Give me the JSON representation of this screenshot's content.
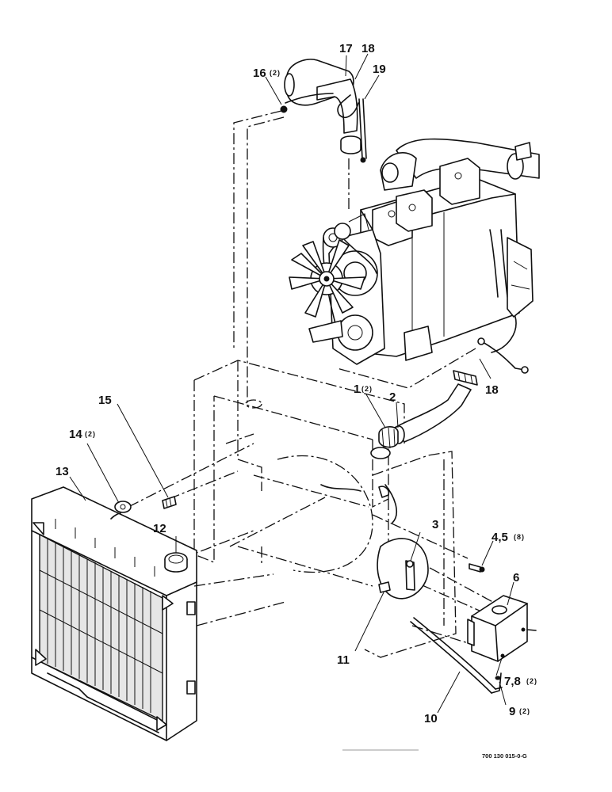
{
  "callouts": [
    {
      "id": "c1",
      "number": "1",
      "qty": "(2)"
    },
    {
      "id": "c2",
      "number": "2",
      "qty": ""
    },
    {
      "id": "c3",
      "number": "3",
      "qty": ""
    },
    {
      "id": "c45",
      "number": "4,5",
      "qty": "(8)"
    },
    {
      "id": "c6",
      "number": "6",
      "qty": ""
    },
    {
      "id": "c78",
      "number": "7,8",
      "qty": "(2)"
    },
    {
      "id": "c9",
      "number": "9",
      "qty": "(2)"
    },
    {
      "id": "c10",
      "number": "10",
      "qty": ""
    },
    {
      "id": "c11",
      "number": "11",
      "qty": ""
    },
    {
      "id": "c12",
      "number": "12",
      "qty": ""
    },
    {
      "id": "c13",
      "number": "13",
      "qty": ""
    },
    {
      "id": "c14",
      "number": "14",
      "qty": "(2)"
    },
    {
      "id": "c15",
      "number": "15",
      "qty": ""
    },
    {
      "id": "c16",
      "number": "16",
      "qty": "(2)"
    },
    {
      "id": "c17",
      "number": "17",
      "qty": ""
    },
    {
      "id": "c18a",
      "number": "18",
      "qty": ""
    },
    {
      "id": "c18b",
      "number": "18",
      "qty": ""
    },
    {
      "id": "c19",
      "number": "19",
      "qty": ""
    }
  ],
  "document_number": "700 130 015-0-G",
  "colors": {
    "ink": "#111111",
    "paper": "#ffffff"
  }
}
